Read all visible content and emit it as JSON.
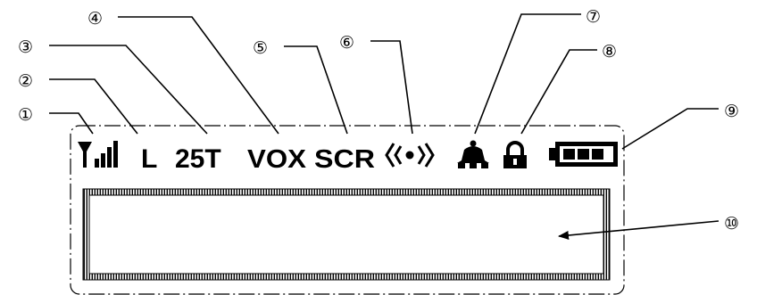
{
  "callouts": [
    {
      "number": "①",
      "meaning": "signal-strength"
    },
    {
      "number": "②",
      "meaning": "power-level"
    },
    {
      "number": "③",
      "meaning": "channel-spacing"
    },
    {
      "number": "④",
      "meaning": "vox"
    },
    {
      "number": "⑤",
      "meaning": "scrambler"
    },
    {
      "number": "⑥",
      "meaning": "monitor"
    },
    {
      "number": "⑦",
      "meaning": "alert"
    },
    {
      "number": "⑧",
      "meaning": "key-lock"
    },
    {
      "number": "⑨",
      "meaning": "battery"
    },
    {
      "number": "⑩",
      "meaning": "dot-matrix-display"
    }
  ],
  "indicators": {
    "power": "L",
    "bandwidth": "25T",
    "vox": "VOX",
    "scrambler": "SCR"
  },
  "icons": [
    "signal-bars-icon",
    "monitor-icon",
    "bell-icon",
    "lock-icon",
    "battery-icon"
  ],
  "colors": {
    "ink": "#000000",
    "background": "#ffffff"
  }
}
